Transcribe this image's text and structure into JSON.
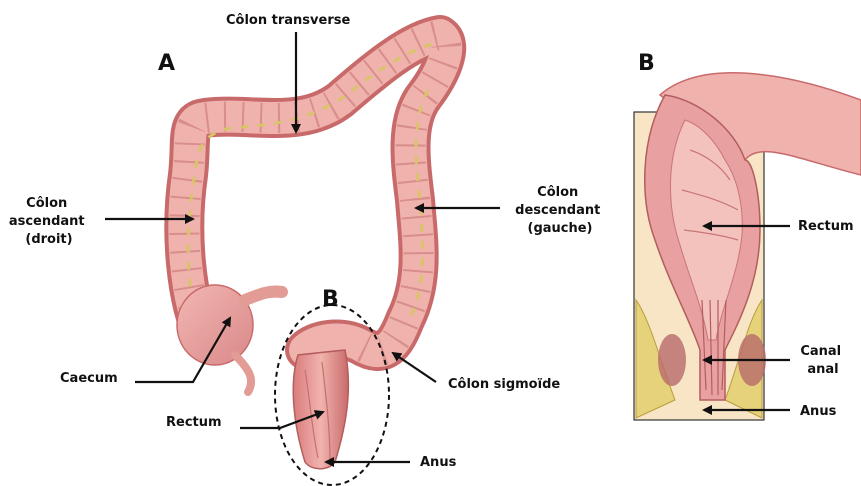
{
  "panel_a": {
    "letter": "A",
    "labels": {
      "transverse": "Côlon transverse",
      "ascending": [
        "Côlon",
        "ascendant",
        "(droit)"
      ],
      "descending": [
        "Côlon",
        "descendant",
        "(gauche)"
      ],
      "caecum": "Caecum",
      "sigmoid": "Côlon sigmoïde",
      "rectum": "Rectum",
      "anus": "Anus",
      "zoom_letter": "B"
    }
  },
  "panel_b": {
    "letter": "B",
    "labels": {
      "rectum": "Rectum",
      "anal_canal": [
        "Canal",
        "anal"
      ],
      "anus": "Anus"
    }
  },
  "colors": {
    "tissue": "#e9a0a0",
    "tissue_dark": "#c86a6a",
    "fat": "#d9c46a",
    "arrow": "#111111"
  }
}
